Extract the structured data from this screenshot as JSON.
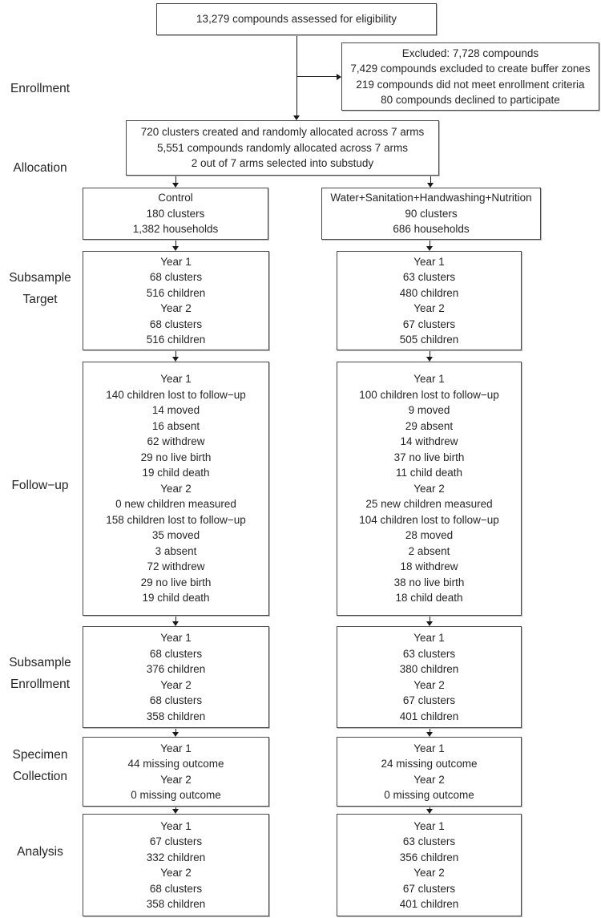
{
  "colors": {
    "background": "#ffffff",
    "box_border": "#4a4a4a",
    "text": "#262626",
    "connector": "#1a1a1a"
  },
  "side_labels": [
    {
      "id": "enrollment",
      "lines": [
        "Enrollment"
      ]
    },
    {
      "id": "allocation",
      "lines": [
        "Allocation"
      ]
    },
    {
      "id": "subsample-target",
      "lines": [
        "Subsample",
        "Target"
      ]
    },
    {
      "id": "follow-up",
      "lines": [
        "Follow−up"
      ]
    },
    {
      "id": "subsample-enrollment",
      "lines": [
        "Subsample",
        "Enrollment"
      ]
    },
    {
      "id": "specimen-collection",
      "lines": [
        "Specimen",
        "Collection"
      ]
    },
    {
      "id": "analysis",
      "lines": [
        "Analysis"
      ]
    }
  ],
  "boxes": {
    "eligibility": {
      "lines": [
        "13,279 compounds assessed for eligibility"
      ]
    },
    "excluded": {
      "lines": [
        "Excluded: 7,728 compounds",
        "7,429 compounds excluded to create buffer zones",
        "219 compounds did not meet enrollment criteria",
        "80 compounds declined to participate"
      ]
    },
    "allocation": {
      "lines": [
        "720 clusters created and randomly allocated across 7 arms",
        "5,551 compounds randomly allocated across 7 arms",
        "2 out of 7 arms selected into substudy"
      ]
    },
    "arm_control": {
      "lines": [
        "Control",
        "180 clusters",
        "1,382 households"
      ]
    },
    "arm_wshn": {
      "lines": [
        "Water+Sanitation+Handwashing+Nutrition",
        "90 clusters",
        "686 households"
      ]
    },
    "subsample_target_control": {
      "lines": [
        "Year 1",
        "68 clusters",
        "516 children",
        "Year 2",
        "68 clusters",
        "516 children"
      ]
    },
    "subsample_target_wshn": {
      "lines": [
        "Year 1",
        "63 clusters",
        "480 children",
        "Year 2",
        "67 clusters",
        "505 children"
      ]
    },
    "followup_control": {
      "lines": [
        "Year 1",
        "140 children lost to follow−up",
        "14 moved",
        "16 absent",
        "62 withdrew",
        "29 no live birth",
        "19 child death",
        "Year 2",
        "0 new children measured",
        "158 children lost to follow−up",
        "35 moved",
        "3 absent",
        "72 withdrew",
        "29 no live birth",
        "19 child death"
      ]
    },
    "followup_wshn": {
      "lines": [
        "Year 1",
        "100 children lost to follow−up",
        "9 moved",
        "29 absent",
        "14 withdrew",
        "37 no live birth",
        "11 child death",
        "Year 2",
        "25 new children measured",
        "104 children lost to follow−up",
        "28 moved",
        "2 absent",
        "18 withdrew",
        "38 no live birth",
        "18 child death"
      ]
    },
    "subsample_enrollment_control": {
      "lines": [
        "Year 1",
        "68 clusters",
        "376 children",
        "Year 2",
        "68 clusters",
        "358 children"
      ]
    },
    "subsample_enrollment_wshn": {
      "lines": [
        "Year 1",
        "63 clusters",
        "380 children",
        "Year 2",
        "67 clusters",
        "401 children"
      ]
    },
    "specimen_control": {
      "lines": [
        "Year 1",
        "44 missing outcome",
        "Year 2",
        "0 missing outcome"
      ]
    },
    "specimen_wshn": {
      "lines": [
        "Year 1",
        "24 missing outcome",
        "Year 2",
        "0 missing outcome"
      ]
    },
    "analysis_control": {
      "lines": [
        "Year 1",
        "67 clusters",
        "332 children",
        "Year 2",
        "68 clusters",
        "358 children"
      ]
    },
    "analysis_wshn": {
      "lines": [
        "Year 1",
        "63 clusters",
        "356 children",
        "Year 2",
        "67 clusters",
        "401 children"
      ]
    }
  }
}
